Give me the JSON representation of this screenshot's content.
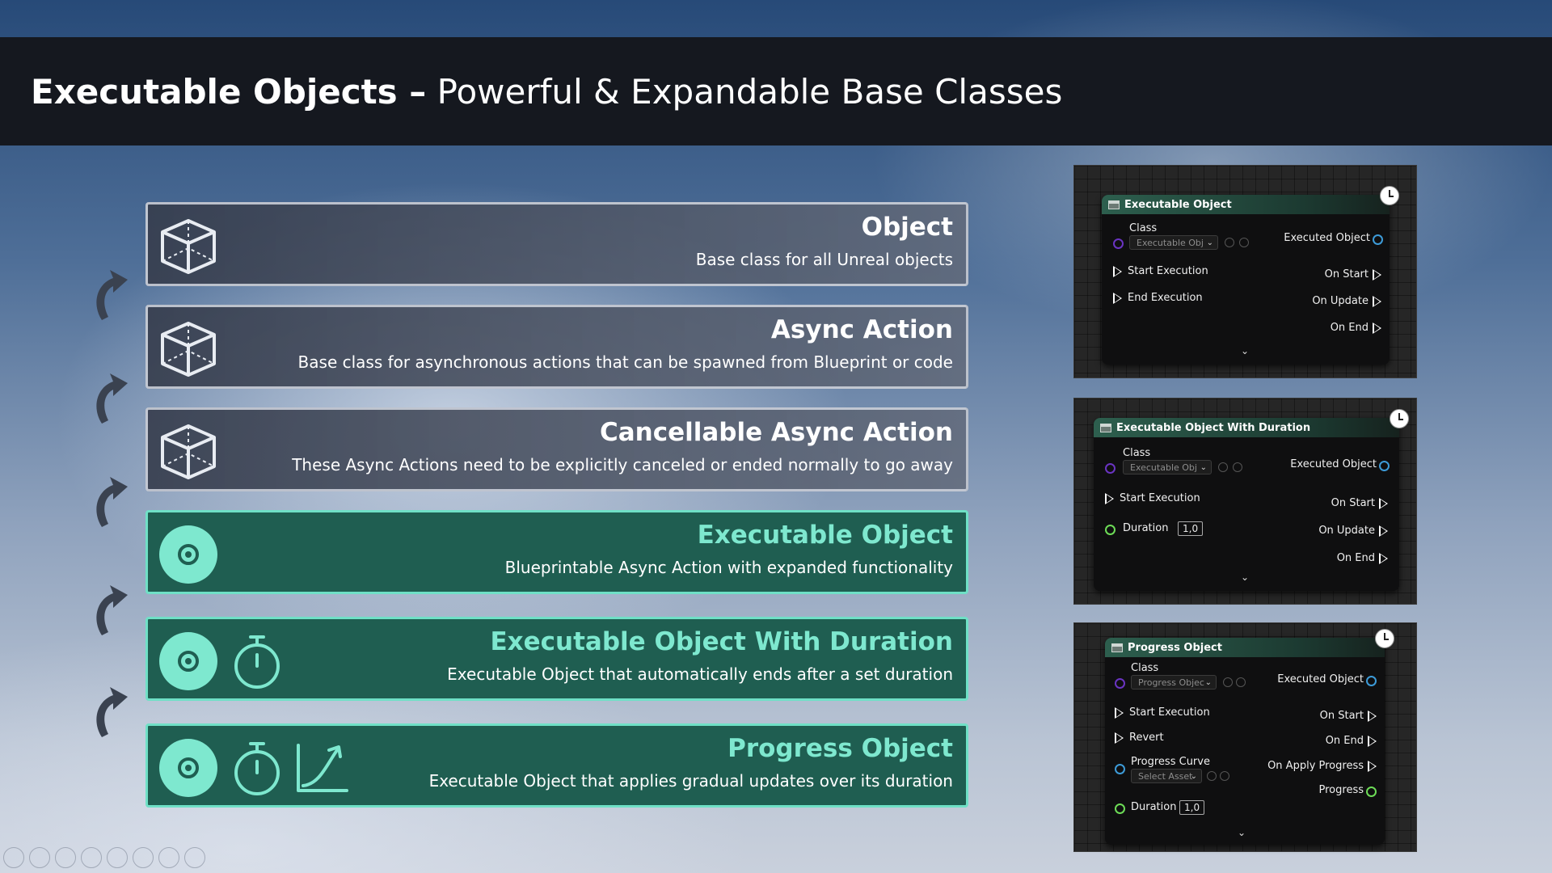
{
  "title": {
    "bold": "Executable Objects –",
    "rest": " Powerful & Expandable Base Classes"
  },
  "cards": [
    {
      "title": "Object",
      "desc": "Base class for all Unreal objects"
    },
    {
      "title": "Async Action",
      "desc": "Base class for asynchronous actions that can be spawned from Blueprint or code"
    },
    {
      "title": "Cancellable Async Action",
      "desc": "These Async Actions need to be explicitly canceled or ended normally to go away"
    },
    {
      "title": "Executable Object",
      "desc": "Blueprintable Async Action with expanded functionality"
    },
    {
      "title": "Executable Object With Duration",
      "desc": "Executable Object that automatically ends after a set duration"
    },
    {
      "title": "Progress Object",
      "desc": "Executable Object that applies gradual updates over its duration"
    }
  ],
  "icons": [
    "cube-icon",
    "target-icon",
    "stopwatch-icon",
    "progress-curve-icon",
    "curved-arrow-icon",
    "clock-icon"
  ],
  "colors": {
    "accent_green": "#7ee8cf",
    "card_green": "#1f5e51",
    "title_bar": "#15181f"
  },
  "nodes": [
    {
      "header": "Executable Object",
      "class_label": "Class",
      "class_value": "Executable Obj",
      "left_pins": [
        "Start Execution",
        "End Execution"
      ],
      "right_pins": [
        "Executed Object",
        "On Start",
        "On Update",
        "On End"
      ]
    },
    {
      "header": "Executable Object With Duration",
      "class_label": "Class",
      "class_value": "Executable Obj",
      "left_pins": [
        "Start Execution",
        "Duration"
      ],
      "duration_value": "1,0",
      "right_pins": [
        "Executed Object",
        "On Start",
        "On Update",
        "On End"
      ]
    },
    {
      "header": "Progress Object",
      "class_label": "Class",
      "class_value": "Progress Objec",
      "left_pins": [
        "Start Execution",
        "Revert",
        "Progress Curve",
        "Duration"
      ],
      "curve_value": "Select Asset",
      "duration_value": "1,0",
      "right_pins": [
        "Executed Object",
        "On Start",
        "On End",
        "On Apply Progress",
        "Progress"
      ]
    }
  ]
}
